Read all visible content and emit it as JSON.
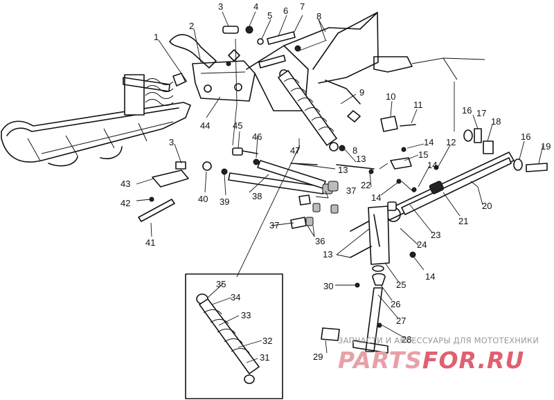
{
  "callouts": [
    {
      "id": "1",
      "label": "1"
    },
    {
      "id": "2",
      "label": "2"
    },
    {
      "id": "3",
      "label": "3"
    },
    {
      "id": "3b",
      "label": "3"
    },
    {
      "id": "4",
      "label": "4"
    },
    {
      "id": "5",
      "label": "5"
    },
    {
      "id": "6",
      "label": "6"
    },
    {
      "id": "7",
      "label": "7"
    },
    {
      "id": "8",
      "label": "8"
    },
    {
      "id": "8b",
      "label": "8"
    },
    {
      "id": "9",
      "label": "9"
    },
    {
      "id": "10",
      "label": "10"
    },
    {
      "id": "11",
      "label": "11"
    },
    {
      "id": "12",
      "label": "12"
    },
    {
      "id": "13",
      "label": "13"
    },
    {
      "id": "13b",
      "label": "13"
    },
    {
      "id": "13c",
      "label": "13"
    },
    {
      "id": "14",
      "label": "14"
    },
    {
      "id": "14b",
      "label": "14"
    },
    {
      "id": "14c",
      "label": "14"
    },
    {
      "id": "14d",
      "label": "14"
    },
    {
      "id": "15",
      "label": "15"
    },
    {
      "id": "16",
      "label": "16"
    },
    {
      "id": "16b",
      "label": "16"
    },
    {
      "id": "17",
      "label": "17"
    },
    {
      "id": "18",
      "label": "18"
    },
    {
      "id": "19",
      "label": "19"
    },
    {
      "id": "20",
      "label": "20"
    },
    {
      "id": "21",
      "label": "21"
    },
    {
      "id": "22",
      "label": "22"
    },
    {
      "id": "23",
      "label": "23"
    },
    {
      "id": "24",
      "label": "24"
    },
    {
      "id": "25",
      "label": "25"
    },
    {
      "id": "26",
      "label": "26"
    },
    {
      "id": "27",
      "label": "27"
    },
    {
      "id": "28",
      "label": "28"
    },
    {
      "id": "29",
      "label": "29"
    },
    {
      "id": "30",
      "label": "30"
    },
    {
      "id": "31",
      "label": "31"
    },
    {
      "id": "32",
      "label": "32"
    },
    {
      "id": "33",
      "label": "33"
    },
    {
      "id": "34",
      "label": "34"
    },
    {
      "id": "35",
      "label": "35"
    },
    {
      "id": "36",
      "label": "36"
    },
    {
      "id": "37",
      "label": "37"
    },
    {
      "id": "37b",
      "label": "37"
    },
    {
      "id": "38",
      "label": "38"
    },
    {
      "id": "39",
      "label": "39"
    },
    {
      "id": "40",
      "label": "40"
    },
    {
      "id": "41",
      "label": "41"
    },
    {
      "id": "42",
      "label": "42"
    },
    {
      "id": "43",
      "label": "43"
    },
    {
      "id": "44",
      "label": "44"
    },
    {
      "id": "45",
      "label": "45"
    },
    {
      "id": "46",
      "label": "46"
    },
    {
      "id": "47",
      "label": "47"
    }
  ],
  "watermark": {
    "tagline": "ЗАПЧАСТИ И АКСЕССУАРЫ ДЛЯ МОТОТЕХНИКИ",
    "logo_left": "PARTS",
    "logo_right": "FOR.RU",
    "logo_color_left": "#e8a0a8",
    "logo_color_right": "#e06070"
  }
}
